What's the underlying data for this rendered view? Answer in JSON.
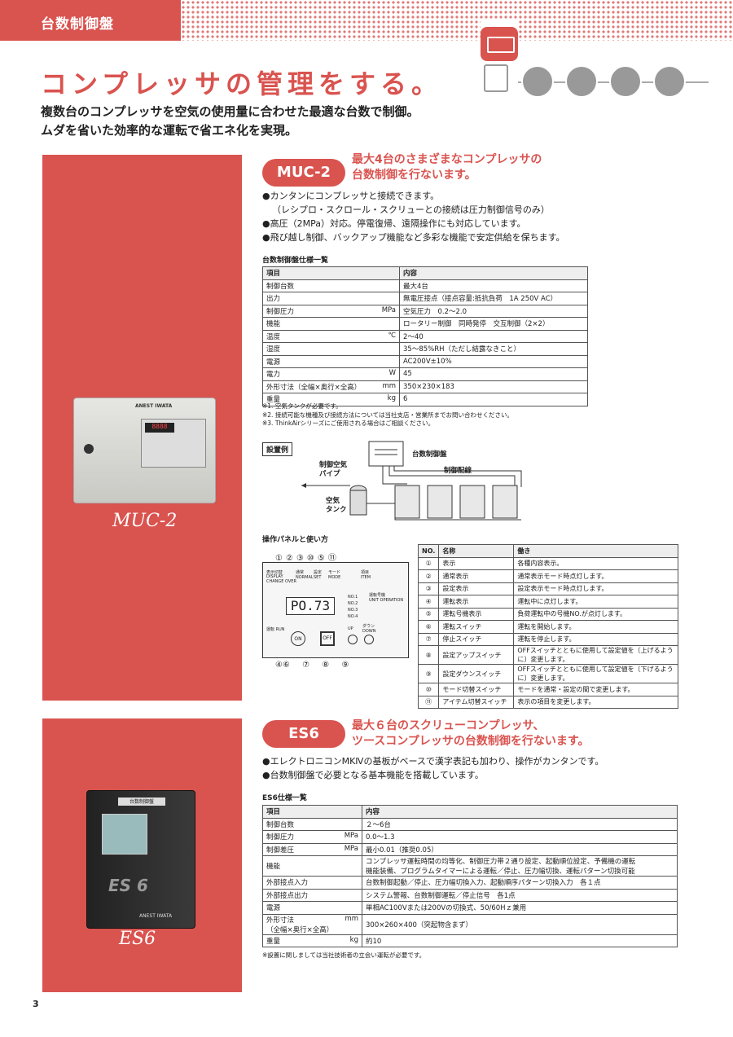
{
  "header": {
    "category": "台数制御盤"
  },
  "title": "コンプレッサの管理をする。",
  "lead": [
    "複数台のコンプレッサを空気の使用量に合わせた最適な台数で制御。",
    "ムダを省いた効率的な運転で省エネ化を実現。"
  ],
  "muc": {
    "badge": "MUC-2",
    "headline": [
      "最大4台のさまざまなコンプレッサの",
      "台数制御を行ないます。"
    ],
    "bullets": [
      "●カンタンにコンプレッサと接続できます。",
      "（レシプロ・スクロール・スクリューとの接続は圧力制御信号のみ）",
      "●高圧（2MPa）対応。停電復帰、遠隔操作にも対応しています。",
      "●飛び越し制御、バックアップ機能など多彩な機能で安定供給を保ちます。"
    ],
    "caption": "MUC-2",
    "brand": "ANEST IWATA",
    "display": "8888",
    "spec_title": "台数制御盤仕様一覧",
    "spec_header": [
      "項目",
      "内容"
    ],
    "spec": [
      [
        "制御台数",
        "",
        "最大4台"
      ],
      [
        "出力",
        "",
        "無電圧接点（接点容量:抵抗負荷　1A 250V AC）"
      ],
      [
        "制御圧力",
        "MPa",
        "空気圧力　0.2～2.0"
      ],
      [
        "機能",
        "",
        "ロータリー制御　同時発停　交互制御（2×2）"
      ],
      [
        "温度",
        "℃",
        "2～40"
      ],
      [
        "湿度",
        "",
        "35～85%RH（ただし結露なきこと）"
      ],
      [
        "電源",
        "",
        "AC200V±10%"
      ],
      [
        "電力",
        "W",
        "45"
      ],
      [
        "外形寸法（全幅×奥行×全高）",
        "mm",
        "350×230×183"
      ],
      [
        "重量",
        "kg",
        "6"
      ]
    ],
    "notes": [
      "※1. 空気タンクが必要です。",
      "※2. 接続可能な機種及び接続方法については当社支店・営業所までお問い合わせください。",
      "※3. ThinkAirシリーズにご使用される場合はご相談ください。"
    ],
    "install_title": "設置例",
    "install_labels": {
      "panel": "台数制御盤",
      "pipe": "制御空気\nパイプ",
      "tank": "空気\nタンク",
      "wiring": "制御配線"
    },
    "op_title": "操作パネルと使い方",
    "panel_text": {
      "d1": "表示切替",
      "d1b": "DISPLAY\nCHANGE OVER",
      "normal": "通常\nNORMAL",
      "set": "設定\nSET",
      "mode": "モード\nMODE",
      "item": "項目\nITEM",
      "unit": "運転号機\nUNIT OPERATION",
      "no1": "NO.1",
      "no2": "NO.2",
      "no3": "NO.3",
      "no4": "NO.4",
      "lcd": "PO.73",
      "run": "運転 RUN",
      "up": "UP",
      "down": "ダウン\nDOWN",
      "on": "ON",
      "off": "OFF"
    },
    "nums_top": [
      "①",
      "②",
      "③",
      "⑩",
      "⑤",
      "⑪"
    ],
    "nums_bottom": [
      "④⑥",
      "⑦",
      "⑧",
      "⑨"
    ],
    "op_header": [
      "NO.",
      "名称",
      "働き"
    ],
    "op": [
      [
        "①",
        "表示",
        "各種内容表示。"
      ],
      [
        "②",
        "通常表示",
        "通常表示モード時点灯します。"
      ],
      [
        "③",
        "設定表示",
        "設定表示モード時点灯します。"
      ],
      [
        "④",
        "運転表示",
        "運転中に点灯します。"
      ],
      [
        "⑤",
        "運転号機表示",
        "負荷運転中の号機NO.が点灯します。"
      ],
      [
        "⑥",
        "運転スイッチ",
        "運転を開始します。"
      ],
      [
        "⑦",
        "停止スイッチ",
        "運転を停止します。"
      ],
      [
        "⑧",
        "設定アップスイッチ",
        "OFFスイッチとともに使用して設定値を〔上げるように〕変更します。"
      ],
      [
        "⑨",
        "設定ダウンスイッチ",
        "OFFスイッチとともに使用して設定値を〔下げるように〕変更します。"
      ],
      [
        "⑩",
        "モード切替スイッチ",
        "モードを通常・設定の間で変更します。"
      ],
      [
        "⑪",
        "アイテム切替スイッチ",
        "表示の項目を変更します。"
      ]
    ]
  },
  "es6": {
    "badge": "ES6",
    "headline": [
      "最大６台のスクリューコンプレッサ、",
      "ツースコンプレッサの台数制御を行ないます。"
    ],
    "bullets": [
      "●エレクトロニコンMKⅣの基板がベースで漢字表記も加わり、操作がカンタンです。",
      "●台数制御盤で必要となる基本機能を搭載しています。"
    ],
    "caption": "ES6",
    "front_label": "台数制御盤",
    "front_model": "ES 6",
    "brand": "ANEST IWATA",
    "spec_title": "ES6仕様一覧",
    "spec_header": [
      "項目",
      "内容"
    ],
    "spec": [
      [
        "制御台数",
        "",
        "２～6台"
      ],
      [
        "制御圧力",
        "MPa",
        "0.0～1.3"
      ],
      [
        "制御差圧",
        "MPa",
        "最小0.01（推奨0.05）"
      ],
      [
        "機能",
        "",
        "コンプレッサ運転時間の均等化、制御圧力帯２通り設定、起動順位設定、予備機の運転\n機能装備、プログラムタイマーによる運転／停止、圧力幅切換、運転パターン切換可能"
      ],
      [
        "外部接点入力",
        "",
        "台数制御起動／停止、圧力幅切換入力、起動順序パターン切換入力　各１点"
      ],
      [
        "外部接点出力",
        "",
        "システム警報、台数制御運転／停止信号　各1点"
      ],
      [
        "電源",
        "",
        "単相AC100Vまたは200Vの切換式、50/60Hｚ兼用"
      ],
      [
        "外形寸法\n（全幅×奥行×全高）",
        "mm",
        "300×260×400（突起物含まず）"
      ],
      [
        "重量",
        "kg",
        "約10"
      ]
    ],
    "note": "※設置に関しましては当社技術者の立会い運転が必要です。"
  },
  "page_number": "3",
  "colors": {
    "accent": "#d9534f"
  }
}
